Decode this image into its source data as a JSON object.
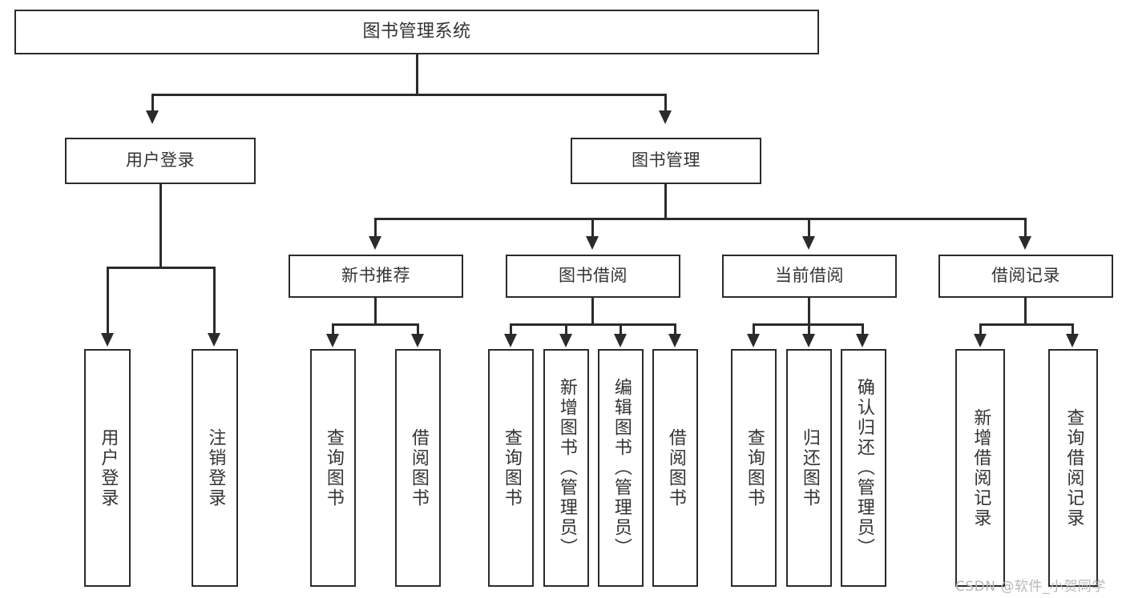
{
  "diagram": {
    "type": "tree",
    "title": "图书管理系统",
    "orientation": "top-down",
    "colors": {
      "stroke": "#2b2b2b",
      "fill": "#ffffff",
      "text": "#333333",
      "watermark": "#b8b8b8",
      "background": "#ffffff"
    },
    "root": {
      "label": "图书管理系统"
    },
    "level2": [
      {
        "id": "user-login",
        "label": "用户登录"
      },
      {
        "id": "book-manage",
        "label": "图书管理"
      }
    ],
    "level3": [
      {
        "id": "new-book-recommend",
        "label": "新书推荐",
        "parent": "book-manage"
      },
      {
        "id": "book-borrow",
        "label": "图书借阅",
        "parent": "book-manage"
      },
      {
        "id": "current-borrow",
        "label": "当前借阅",
        "parent": "book-manage"
      },
      {
        "id": "borrow-record",
        "label": "借阅记录",
        "parent": "book-manage"
      }
    ],
    "leaves": {
      "user-login": [
        {
          "id": "leaf-user-login",
          "label": "用户登录"
        },
        {
          "id": "leaf-logout-login",
          "label": "注销登录"
        }
      ],
      "new-book-recommend": [
        {
          "id": "leaf-query-book-1",
          "label": "查询图书"
        },
        {
          "id": "leaf-borrow-book-1",
          "label": "借阅图书"
        }
      ],
      "book-borrow": [
        {
          "id": "leaf-query-book-2",
          "label": "查询图书"
        },
        {
          "id": "leaf-add-book",
          "label": "新增图书（管理员）"
        },
        {
          "id": "leaf-edit-book",
          "label": "编辑图书（管理员）"
        },
        {
          "id": "leaf-borrow-book-2",
          "label": "借阅图书"
        }
      ],
      "current-borrow": [
        {
          "id": "leaf-query-book-3",
          "label": "查询图书"
        },
        {
          "id": "leaf-return-book",
          "label": "归还图书"
        },
        {
          "id": "leaf-confirm-return",
          "label": "确认归还（管理员）"
        }
      ],
      "borrow-record": [
        {
          "id": "leaf-add-record",
          "label": "新增借阅记录"
        },
        {
          "id": "leaf-query-record",
          "label": "查询借阅记录"
        }
      ]
    }
  },
  "watermark": {
    "text": "CSDN @软件_小贺同学"
  }
}
